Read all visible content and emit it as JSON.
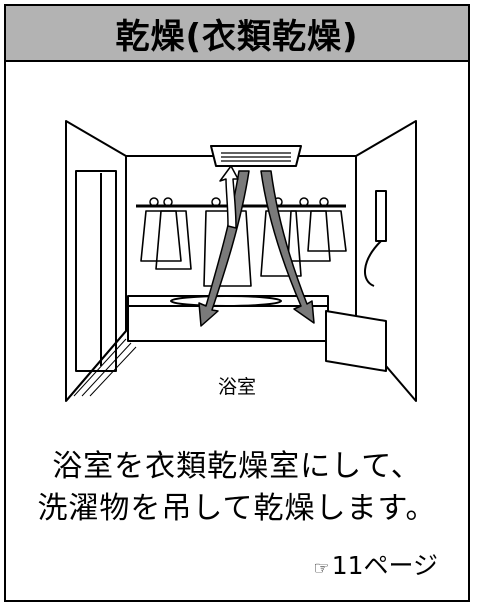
{
  "header": {
    "title": "乾燥(衣類乾燥)"
  },
  "illustration": {
    "caption": "浴室"
  },
  "body": {
    "lines": [
      "浴室を衣類乾燥室にして、",
      "洗濯物を吊して乾燥します。"
    ]
  },
  "reference": {
    "icon": "pointing-hand-icon",
    "glyph": "☞",
    "text": "11ページ"
  }
}
